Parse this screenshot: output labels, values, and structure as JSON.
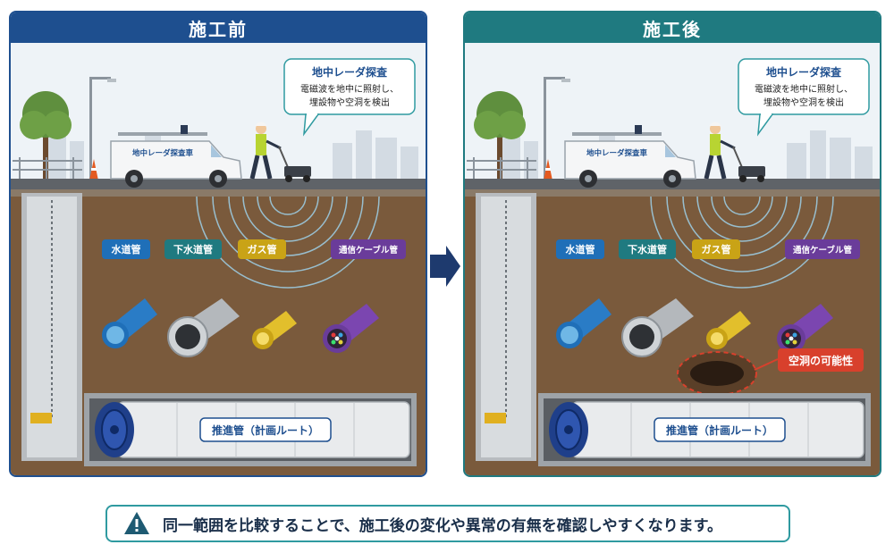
{
  "panels": {
    "before": {
      "title": "施工前"
    },
    "after": {
      "title": "施工後"
    }
  },
  "scene": {
    "van_label": "地中レーダ探査車",
    "callout_title": "地中レーダ探査",
    "callout_line1": "電磁波を地中に照射し、",
    "callout_line2": "埋設物や空洞を検出",
    "pipes": {
      "water": "水道管",
      "sewer": "下水道管",
      "gas": "ガス管",
      "cable": "通信ケーブル管"
    },
    "jacking_pipe": "推進管（計画ルート）",
    "cavity": "空洞の可能性"
  },
  "footer": {
    "message": "同一範囲を比較することで、施工後の変化や異常の有無を確認しやすくなります。"
  },
  "colors": {
    "before_header": "#1e4f8f",
    "after_header": "#1f7a80",
    "water": "#1f6fb8",
    "sewer": "#1f7a80",
    "gas": "#c9a316",
    "cable": "#6a3c9a",
    "cavity": "#d8402c"
  }
}
